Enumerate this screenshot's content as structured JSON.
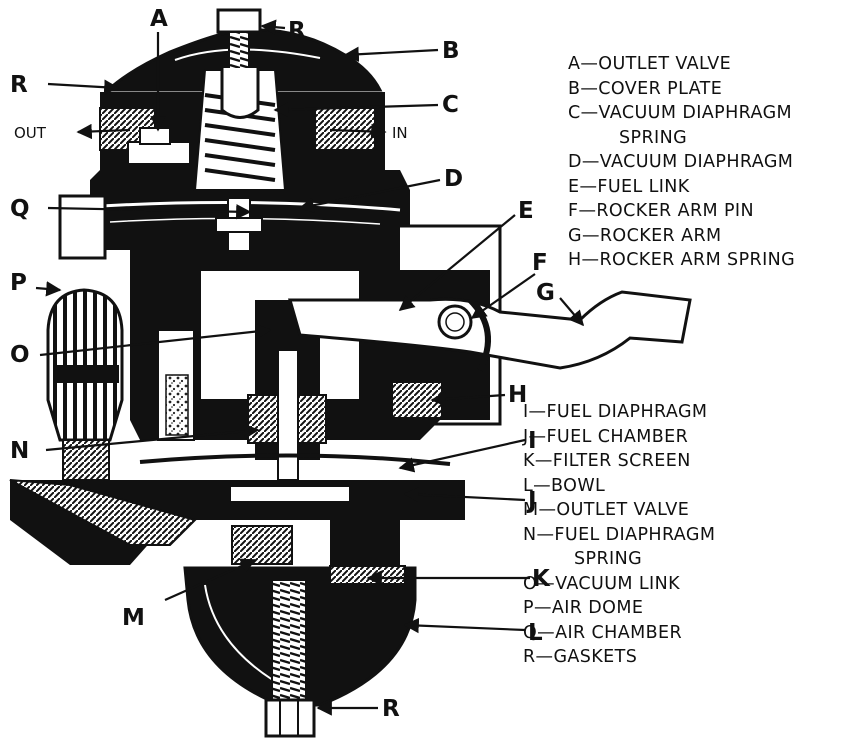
{
  "callouts": {
    "A": "A",
    "B": "B",
    "C": "C",
    "D": "D",
    "E": "E",
    "F": "F",
    "G": "G",
    "H": "H",
    "I": "I",
    "J": "J",
    "K": "K",
    "L": "L",
    "M": "M",
    "N": "N",
    "O": "O",
    "P": "P",
    "Q": "Q",
    "R": "R"
  },
  "ports": {
    "out": "OUT",
    "in": "IN"
  },
  "legend_top": [
    {
      "text": "A—OUTLET VALVE"
    },
    {
      "text": "B—COVER PLATE"
    },
    {
      "text": "C—VACUUM DIAPHRAGM"
    },
    {
      "text": "SPRING",
      "continuation": true
    },
    {
      "text": "D—VACUUM DIAPHRAGM"
    },
    {
      "text": "E—FUEL LINK"
    },
    {
      "text": "F—ROCKER ARM PIN"
    },
    {
      "text": "G—ROCKER ARM"
    },
    {
      "text": "H—ROCKER ARM SPRING"
    }
  ],
  "legend_bottom": [
    {
      "text": "I—FUEL DIAPHRAGM"
    },
    {
      "text": "J—FUEL CHAMBER"
    },
    {
      "text": "K—FILTER SCREEN"
    },
    {
      "text": "L—BOWL"
    },
    {
      "text": "M—OUTLET VALVE"
    },
    {
      "text": "N—FUEL DIAPHRAGM"
    },
    {
      "text": "SPRING",
      "continuation": true
    },
    {
      "text": "O—VACUUM LINK"
    },
    {
      "text": "P—AIR DOME"
    },
    {
      "text": "Q—AIR CHAMBER"
    },
    {
      "text": "R—GASKETS"
    }
  ],
  "colors": {
    "ink": "#111111",
    "paper": "#ffffff",
    "shade": "#555555"
  }
}
